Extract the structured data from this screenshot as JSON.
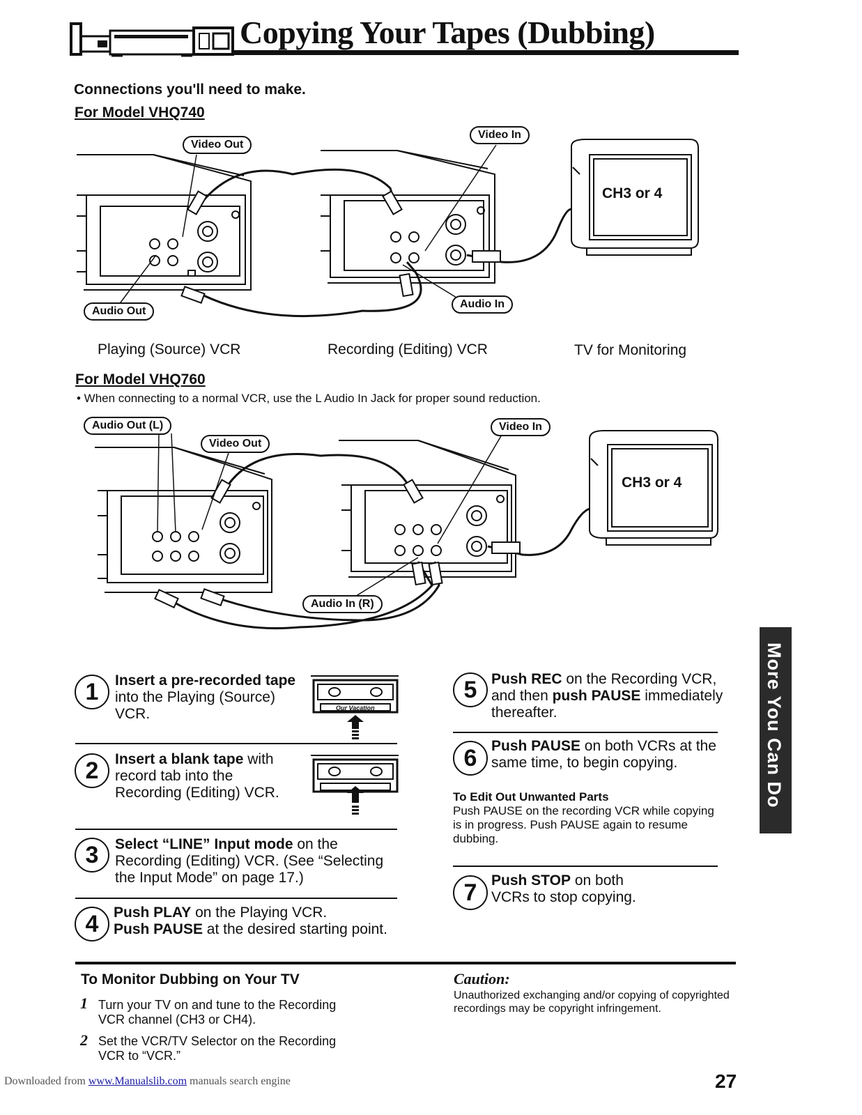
{
  "header": {
    "title": "Copying Your Tapes (Dubbing)"
  },
  "connections": {
    "heading": "Connections you'll need to make.",
    "model1": {
      "title": "For Model VHQ740",
      "labels": {
        "video_out": "Video Out",
        "video_in": "Video In",
        "audio_out": "Audio Out",
        "audio_in": "Audio In",
        "tv_channel": "CH3 or 4"
      },
      "captions": [
        "Playing (Source) VCR",
        "Recording (Editing) VCR",
        "TV for Monitoring"
      ]
    },
    "model2": {
      "title": "For Model VHQ760",
      "note": "• When connecting to a normal VCR, use the L Audio In Jack for proper sound reduction.",
      "labels": {
        "audio_out": "Audio Out (L)",
        "video_out": "Video Out",
        "video_in": "Video In",
        "audio_in": "Audio In (R)",
        "tv_channel": "CH3 or 4"
      }
    }
  },
  "steps": [
    {
      "num": "1",
      "bold": "Insert a pre-recorded tape",
      "rest": " into the Playing (Source) VCR."
    },
    {
      "num": "2",
      "bold": "Insert a blank tape",
      "rest": " with record tab into the Recording (Editing) VCR."
    },
    {
      "num": "3",
      "bold": "Select “LINE” Input mode",
      "rest": " on the Recording (Editing) VCR. (See “Selecting the Input Mode” on page 17.)"
    },
    {
      "num": "4",
      "bold": "Push PLAY",
      "rest": " on the Playing VCR.",
      "bold2": "Push PAUSE",
      "rest2": " at the desired starting point."
    },
    {
      "num": "5",
      "bold": "Push REC",
      "rest": " on the Recording VCR, and then ",
      "bold2": "push PAUSE",
      "rest2": " immediately thereafter."
    },
    {
      "num": "6",
      "bold": "Push PAUSE",
      "rest": " on both VCRs at the same time, to begin copying."
    },
    {
      "num": "7",
      "bold": "Push STOP",
      "rest": " on both VCRs to stop copying."
    }
  ],
  "tape_label": "Our Vacation",
  "edit_out": {
    "heading": "To Edit Out Unwanted Parts",
    "body": "Push PAUSE on the recording VCR while copying is in progress. Push PAUSE again to resume dubbing."
  },
  "monitor": {
    "heading": "To Monitor Dubbing on Your TV",
    "items": [
      {
        "num": "1",
        "text": "Turn your TV on and tune to the Recording VCR channel (CH3 or CH4)."
      },
      {
        "num": "2",
        "text": "Set the VCR/TV Selector on the Recording VCR to “VCR.”"
      }
    ]
  },
  "caution": {
    "heading": "Caution:",
    "body": "Unauthorized exchanging and/or copying of copyrighted recordings may be copyright infringement."
  },
  "side_tab": "More You Can Do",
  "footer": {
    "prefix": "Downloaded from ",
    "link": "www.Manualslib.com",
    "suffix": " manuals search engine",
    "page_number": "27"
  }
}
